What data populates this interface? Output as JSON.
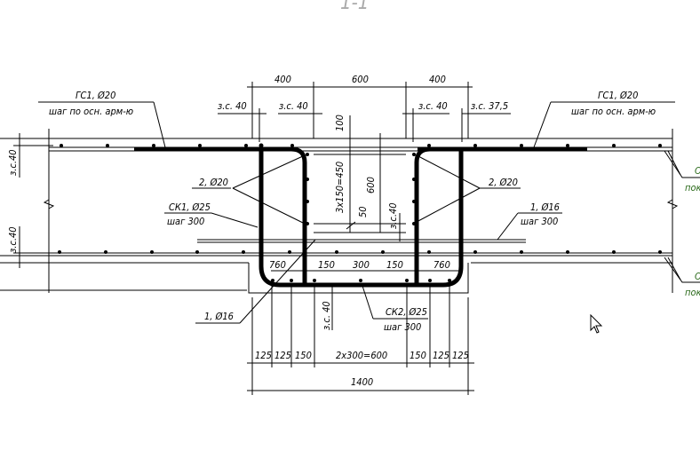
{
  "section_title": "1-1",
  "dims_top": {
    "left": "400",
    "middle": "600",
    "right": "400"
  },
  "cover_labels": {
    "zs1": "з.с. 40",
    "zs2": "з.с. 40",
    "zs3": "з.с. 40",
    "zs4": "з.с. 37,5",
    "left_top": "з.с.40",
    "left_bot": "з.с.40",
    "inner": "з.с.40",
    "bottom": "з.с. 40"
  },
  "vertical_dims": {
    "d100": "100",
    "d450": "3x150=450",
    "d600": "600",
    "d50": "50"
  },
  "callouts": {
    "gs1_left": {
      "mark": "ГС1, Ø20",
      "note": "шаг по осн. арм-ю"
    },
    "gs1_right": {
      "mark": "ГС1, Ø20",
      "note": "шаг по осн. арм-ю"
    },
    "bar2_left": "2, Ø20",
    "bar2_right": "2, Ø20",
    "sk1": {
      "mark": "СК1, Ø25",
      "note": "шаг 300"
    },
    "bar1_right": {
      "mark": "1, Ø16",
      "note": "шаг 300"
    },
    "bar1_left": "1, Ø16",
    "sk2": {
      "mark": "СК2, Ø25",
      "note": "шаг 300"
    },
    "green_1": {
      "mark": "О",
      "note": "пок"
    },
    "green_2": {
      "mark": "О",
      "note": "пок"
    }
  },
  "inner_dims": [
    "760",
    "150",
    "300",
    "150",
    "760"
  ],
  "bottom_dims": [
    "125",
    "125",
    "150",
    "2x300=600",
    "150",
    "125",
    "125"
  ],
  "overall_dim": "1400"
}
